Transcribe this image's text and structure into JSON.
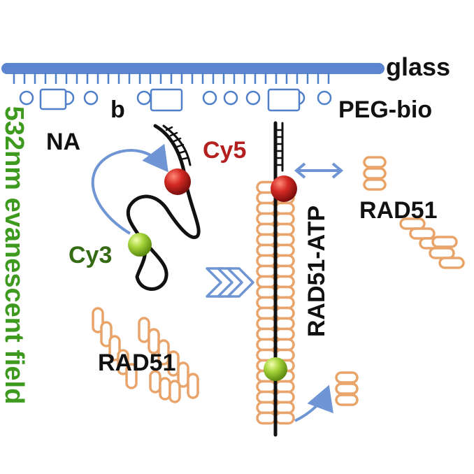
{
  "labels": {
    "glass": "glass",
    "peg_bio": "PEG-bio",
    "b": "b",
    "na": "NA",
    "cy5": "Cy5",
    "cy3": "Cy3",
    "rad51_left": "RAD51",
    "rad51_right": "RAD51",
    "rad51_atp": "RAD51-ATP",
    "side_label": "532nm evanescent field"
  },
  "colors": {
    "glass": "#5b86cf",
    "peg": "#4f7fc9",
    "arrow": "#6f95d4",
    "rad51": "#e8a46a",
    "dna": "#111111",
    "cy5_dye": "#cc2222",
    "cy5_text": "#b41f1f",
    "cy3_dye": "#9ed235",
    "cy3_text": "#356b12",
    "side_text": "#3d9a1f",
    "text": "#111111"
  },
  "icons": [
    "red-dye-sphere-icon",
    "green-dye-sphere-icon",
    "chevron-arrow-icon",
    "curved-arrow-icon",
    "double-headed-arrow-icon"
  ]
}
